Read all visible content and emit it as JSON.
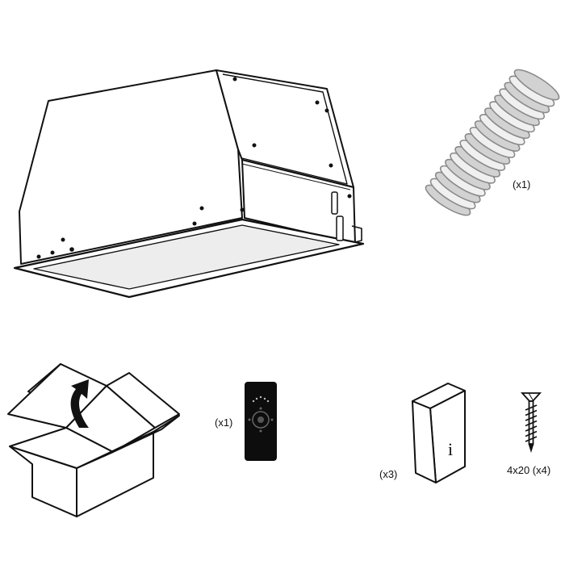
{
  "labels": {
    "hose_qty": "(x1)",
    "remote_qty": "(x1)",
    "manual_qty": "(x3)",
    "screw_spec": "4x20 (x4)",
    "manual_info_glyph": "i"
  },
  "icons": {
    "hood": "range-hood-insert-icon",
    "hose": "flexible-duct-hose-icon",
    "box": "open-box-icon",
    "remote": "remote-control-icon",
    "manual": "instruction-manual-icon",
    "screw": "screw-icon"
  },
  "colors": {
    "stroke": "#111111",
    "remote_body": "#0d0d0d",
    "glass": "#ededed",
    "hose_light": "#f0f0f0",
    "hose_dark": "#8a8a8a"
  }
}
